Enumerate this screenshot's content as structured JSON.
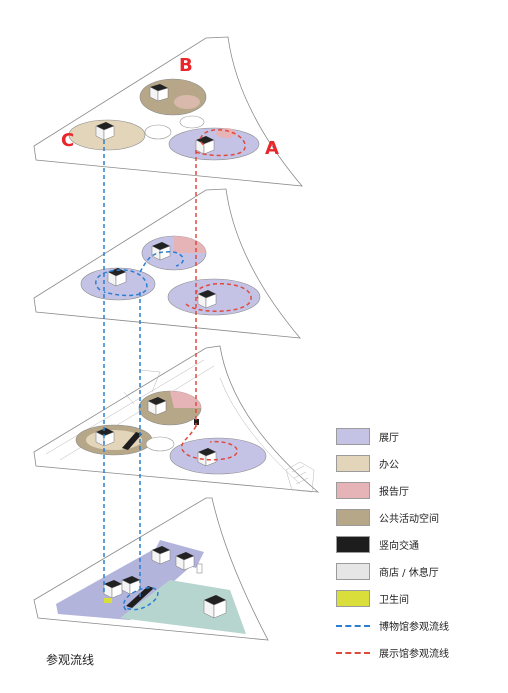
{
  "zones": {
    "a": "A",
    "b": "B",
    "c": "C"
  },
  "caption": "参观流线",
  "legend": [
    {
      "key": "exhibition_hall",
      "label": "展厅",
      "color": "#c4c3e6"
    },
    {
      "key": "office",
      "label": "办公",
      "color": "#e3d5b9"
    },
    {
      "key": "auditorium",
      "label": "报告厅",
      "color": "#e6b3b7"
    },
    {
      "key": "public_activity_space",
      "label": "公共活动空间",
      "color": "#b7a789"
    },
    {
      "key": "vertical_circulation",
      "label": "竖向交通",
      "color": "#1d1d1d"
    },
    {
      "key": "shop_lounge",
      "label": "商店 / 休息厅",
      "color": "#e6e6e6"
    },
    {
      "key": "restroom",
      "label": "卫生间",
      "color": "#d9de3a"
    },
    {
      "key": "museum_route",
      "label": "博物馆参观流线",
      "line": "#2b7fd0"
    },
    {
      "key": "exhibition_route",
      "label": "展示馆参观流线",
      "line": "#e04a3d"
    }
  ],
  "colors": {
    "exhibition": "#c4c3e6",
    "office": "#e3d5b9",
    "auditorium": "#e6b3b7",
    "public": "#b7a789",
    "shop": "#e6e6e6",
    "restroom": "#d9de3a",
    "museum_route": "#2b7fd0",
    "exhibition_route": "#e04a3d",
    "ground_exhibition": "#b3b4dc",
    "ground_green": "#b6d5cf"
  }
}
